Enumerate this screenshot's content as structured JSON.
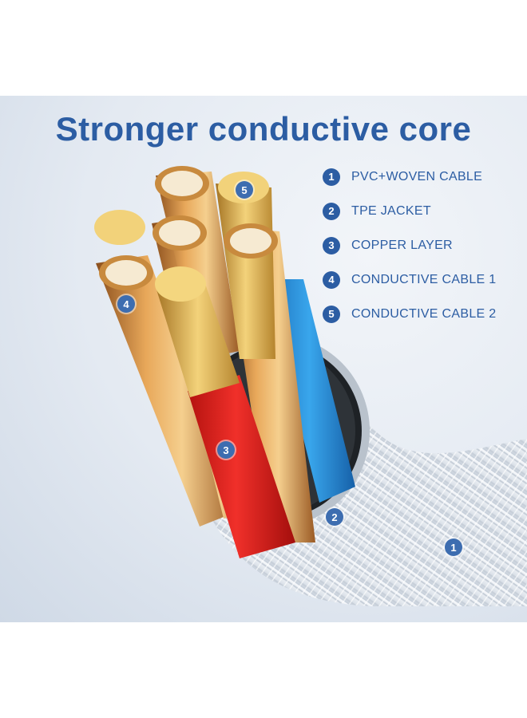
{
  "title": "Stronger conductive core",
  "legend": [
    {
      "num": "1",
      "label": "PVC+WOVEN CABLE"
    },
    {
      "num": "2",
      "label": "TPE JACKET"
    },
    {
      "num": "3",
      "label": "COPPER LAYER"
    },
    {
      "num": "4",
      "label": "CONDUCTIVE CABLE 1"
    },
    {
      "num": "5",
      "label": "CONDUCTIVE CABLE 2"
    }
  ],
  "markers": {
    "m1": "1",
    "m2": "2",
    "m3": "3",
    "m4": "4",
    "m5": "5"
  },
  "colors": {
    "title": "#2c5da3",
    "copper": "#d9963f",
    "red_jacket": "#e0251f",
    "blue_jacket": "#2a8ed8",
    "braid": "#e9edf2"
  }
}
